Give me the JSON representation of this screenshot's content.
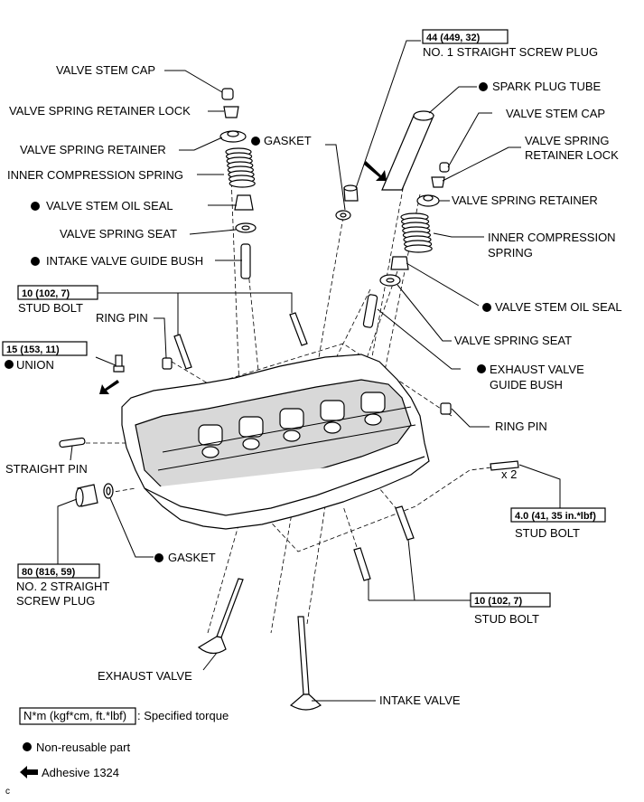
{
  "labels": {
    "valve_stem_cap_l": "VALVE STEM CAP",
    "retainer_lock_l": "VALVE SPRING RETAINER LOCK",
    "retainer_l": "VALVE SPRING RETAINER",
    "inner_spring_l": "INNER COMPRESSION SPRING",
    "oil_seal_l": "VALVE STEM OIL SEAL",
    "spring_seat_l": "VALVE SPRING SEAT",
    "intake_bush": "INTAKE VALVE GUIDE BUSH",
    "stud_bolt_1": "STUD BOLT",
    "ring_pin_l": "RING PIN",
    "union": "UNION",
    "straight_pin": "STRAIGHT PIN",
    "gasket_bottom": "GASKET",
    "no2_plug_line1": "NO. 2 STRAIGHT",
    "no2_plug_line2": "SCREW PLUG",
    "exhaust_valve": "EXHAUST VALVE",
    "intake_valve": "INTAKE VALVE",
    "gasket_top": "GASKET",
    "no1_plug": "NO. 1 STRAIGHT SCREW PLUG",
    "spark_plug_tube": "SPARK PLUG TUBE",
    "valve_stem_cap_r": "VALVE STEM CAP",
    "retainer_lock_r1": "VALVE SPRING",
    "retainer_lock_r2": "RETAINER LOCK",
    "retainer_r": "VALVE SPRING RETAINER",
    "inner_spring_r1": "INNER COMPRESSION",
    "inner_spring_r2": "SPRING",
    "oil_seal_r": "VALVE STEM OIL SEAL",
    "spring_seat_r": "VALVE SPRING SEAT",
    "exhaust_bush1": "EXHAUST VALVE",
    "exhaust_bush2": "GUIDE BUSH",
    "ring_pin_r": "RING PIN",
    "x2": "x 2",
    "stud_bolt_2": "STUD BOLT",
    "stud_bolt_3": "STUD BOLT"
  },
  "torques": {
    "stud_bolt_1": "10 (102, 7)",
    "union": "15 (153, 11)",
    "no2_plug": "80 (816, 59)",
    "no1_plug": "44 (449, 32)",
    "stud_bolt_2": "4.0 (41, 35 in.*lbf)",
    "stud_bolt_3": "10 (102, 7)"
  },
  "legend": {
    "torque_box": "N*m (kgf*cm, ft.*lbf)",
    "torque_text": ": Specified torque",
    "non_reusable": "Non-reusable part",
    "adhesive": "Adhesive 1324"
  },
  "corner_mark": "c",
  "icons": {
    "non_reusable": "filled-circle-icon",
    "adhesive": "left-arrow-icon"
  }
}
